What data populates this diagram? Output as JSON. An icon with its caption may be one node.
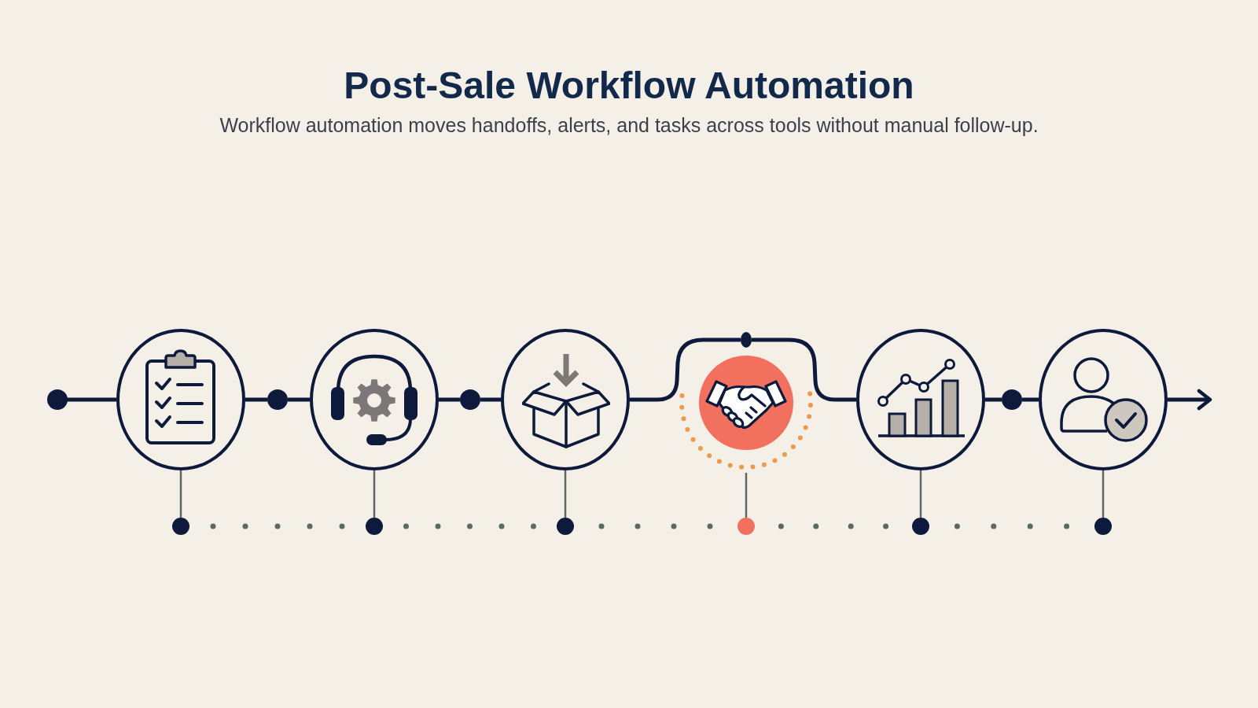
{
  "diagram": {
    "title": "Post-Sale Workflow Automation",
    "nodes": [
      {
        "text": [],
        "shape": "circle"
      },
      {
        "text": [],
        "shape": "circle"
      },
      {
        "text": [],
        "shape": "circle"
      },
      {
        "text": [],
        "shape": "circle"
      },
      {
        "text": [],
        "shape": "circle"
      },
      {
        "text": [],
        "shape": "circle"
      },
      {
        "text": [],
        "shape": "circle"
      },
      {
        "text": [],
        "shape": "circle"
      },
      {
        "text": [],
        "shape": "circle"
      },
      {
        "text": [],
        "shape": "circle"
      },
      {
        "text": [],
        "shape": "circle"
      },
      {
        "text": [],
        "shape": "circle"
      },
      {
        "text": [],
        "shape": "circle"
      },
      {
        "text": [],
        "shape": "circle"
      },
      {
        "text": [],
        "shape": "circle"
      }
    ],
    "edges": [
      {
        "from": null,
        "to": 0,
        "arrow": "other",
        "color": "#0e1a3c"
      },
      {
        "from": 0,
        "to": 12,
        "arrow": "none",
        "color": "#0e1a3c"
      },
      {
        "from": 12,
        "to": 1,
        "arrow": "none",
        "color": "#0e1a3c"
      },
      {
        "from": 1,
        "to": 13,
        "arrow": "none",
        "color": "#0e1a3c"
      },
      {
        "from": 13,
        "to": 2,
        "arrow": "none",
        "color": "#0e1a3c"
      },
      {
        "from": 2,
        "to": 3,
        "arrow": "none",
        "color": "#0e1a3c"
      },
      {
        "from": 3,
        "to": 4,
        "arrow": "none",
        "color": "#0e1a3c"
      },
      {
        "from": 4,
        "to": 14,
        "arrow": "none",
        "color": "#0e1a3c"
      },
      {
        "from": 14,
        "to": 5,
        "arrow": "none",
        "color": "#0e1a3c"
      },
      {
        "from": 5,
        "to": null,
        "arrow": "to",
        "color": "#0e1a3c"
      },
      {
        "from": 0,
        "to": 6,
        "arrow": "none"
      },
      {
        "from": 1,
        "to": 7,
        "arrow": "none"
      },
      {
        "from": 2,
        "to": 8,
        "arrow": "none"
      },
      {
        "from": 3,
        "to": 9,
        "arrow": "none"
      },
      {
        "from": 4,
        "to": 10,
        "arrow": "none"
      },
      {
        "from": 5,
        "to": 11,
        "arrow": "none"
      },
      {
        "from": 6,
        "to": 7,
        "arrow": "none",
        "style": "dashed"
      },
      {
        "from": 7,
        "to": 8,
        "arrow": "none",
        "style": "dashed"
      },
      {
        "from": 8,
        "to": 9,
        "arrow": "none",
        "style": "dashed"
      },
      {
        "from": 9,
        "to": 10,
        "arrow": "none",
        "style": "dashed"
      },
      {
        "from": 10,
        "to": 11,
        "arrow": "none",
        "style": "dashed"
      }
    ],
    "labels": [
      "Workflow automation moves handoffs, alerts, and tasks across tools without manual follow-up."
    ]
  }
}
